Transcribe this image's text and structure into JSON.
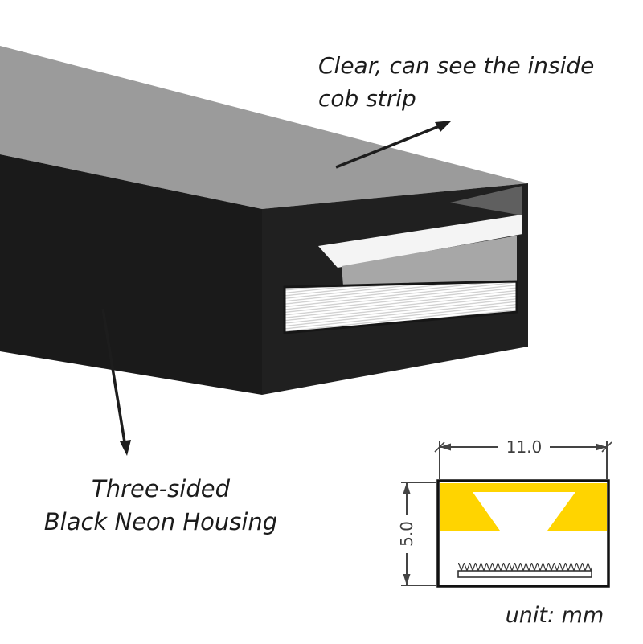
{
  "annotations": {
    "clear_cob": {
      "line1": "Clear, can see the inside",
      "line2": "cob strip"
    },
    "housing": {
      "line1": "Three-sided",
      "line2": "Black Neon Housing"
    }
  },
  "dimension_figure": {
    "width_label": "11.0",
    "height_label": "5.0",
    "unit_label": "unit: mm"
  },
  "colors": {
    "background": "#ffffff",
    "top_face": "#9b9b9b",
    "front_face": "#1a1a1a",
    "end_face": "#202020",
    "lip_shadow": "#5f5f5f",
    "bevel_highlight": "#f4f4f4",
    "inner_wall": "#a7a7a7",
    "strip_floor": "#ffffff",
    "diffuser_yellow": "#ffd400",
    "line": "#1d1d1d",
    "dim_line": "#444444"
  }
}
